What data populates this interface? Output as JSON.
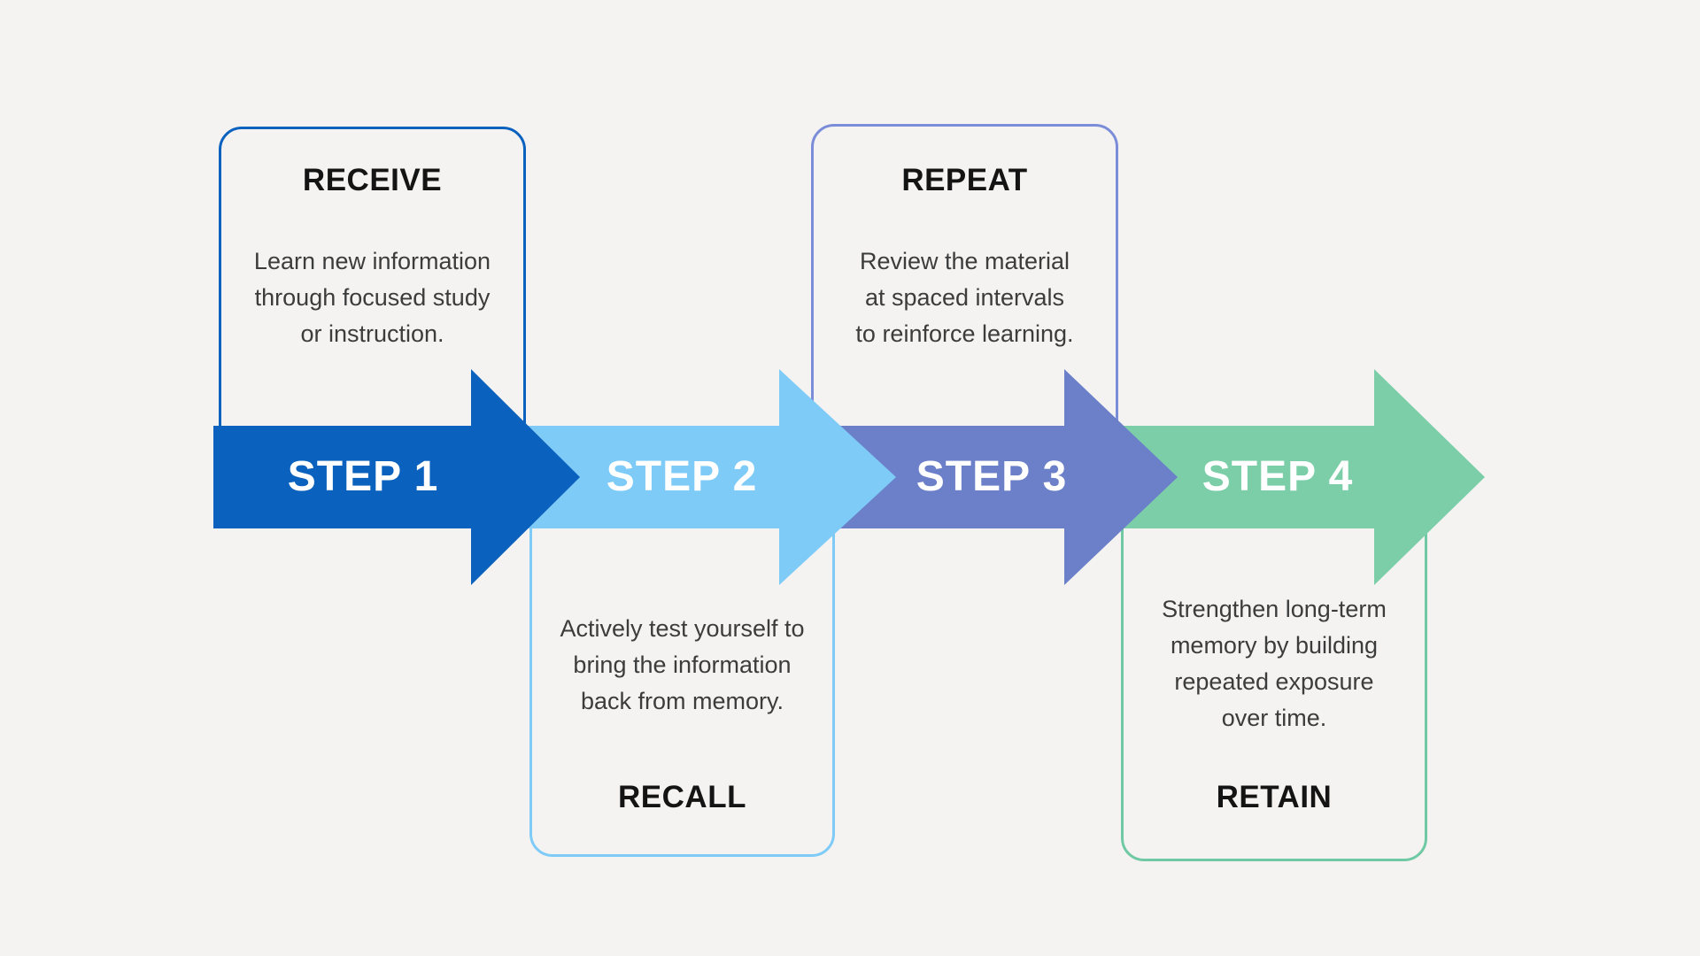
{
  "colors": {
    "background": "#F4F3F2",
    "heading_text": "#141414",
    "body_text": "#3C3C3C",
    "step_label_text": "#FFFFFF"
  },
  "steps": [
    {
      "label": "STEP 1",
      "color": "#0B61BE"
    },
    {
      "label": "STEP 2",
      "color": "#7ECBF7"
    },
    {
      "label": "STEP 3",
      "color": "#6C80C9"
    },
    {
      "label": "STEP 4",
      "color": "#7CCEA9"
    }
  ],
  "cards": [
    {
      "title": "RECEIVE",
      "description": "Learn new information\nthrough focused study\nor instruction.",
      "border_color": "#0B61BE"
    },
    {
      "title": "RECALL",
      "description": "Actively test yourself to\nbring the information\nback from memory.",
      "border_color": "#7ECBF7"
    },
    {
      "title": "REPEAT",
      "description": "Review the material\nat spaced intervals\nto reinforce learning.",
      "border_color": "#7B8DD8"
    },
    {
      "title": "RETAIN",
      "description": "Strengthen long-term\nmemory by building\nrepeated exposure\nover time.",
      "border_color": "#6FC9A2"
    }
  ]
}
